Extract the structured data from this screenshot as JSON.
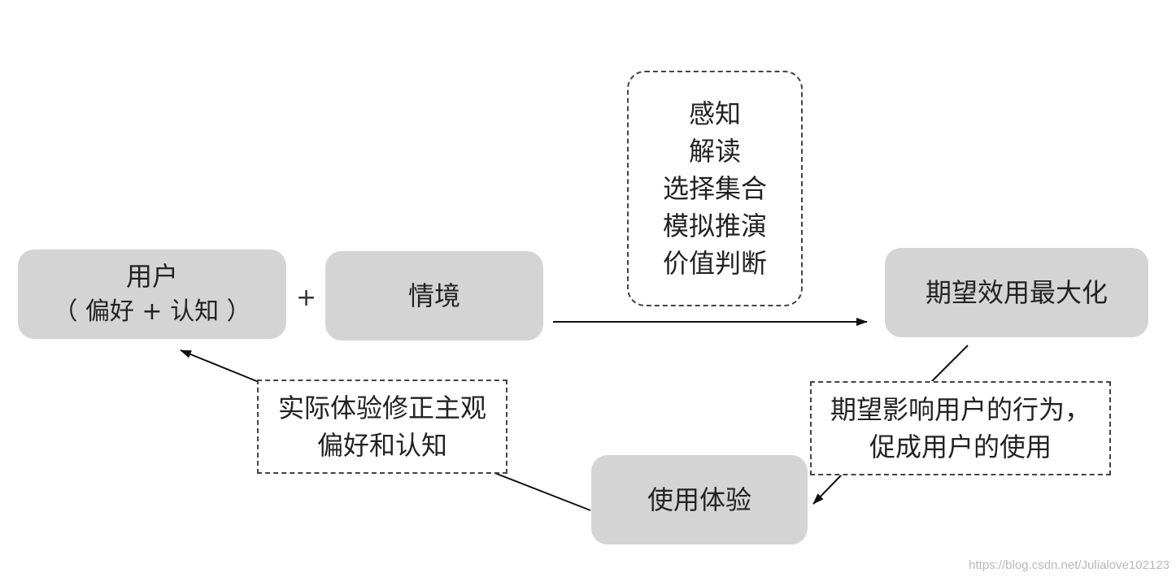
{
  "nodes": {
    "user": {
      "line1": "用户",
      "line2": "（ 偏好 + 认知 ）"
    },
    "plus": "+",
    "context": "情境",
    "maximize": "期望效用最大化",
    "experience": "使用体验"
  },
  "process_steps": [
    "感知",
    "解读",
    "选择集合",
    "模拟推演",
    "价值判断"
  ],
  "notes": {
    "expectation": {
      "line1": "期望影响用户的行为，",
      "line2": "促成用户的使用"
    },
    "correction": {
      "line1": "实际体验修正主观",
      "line2": "偏好和认知"
    }
  },
  "watermark": "https://blog.csdn.net/Julialove102123",
  "colors": {
    "node_fill": "#d4d4d4",
    "line": "#111111"
  }
}
